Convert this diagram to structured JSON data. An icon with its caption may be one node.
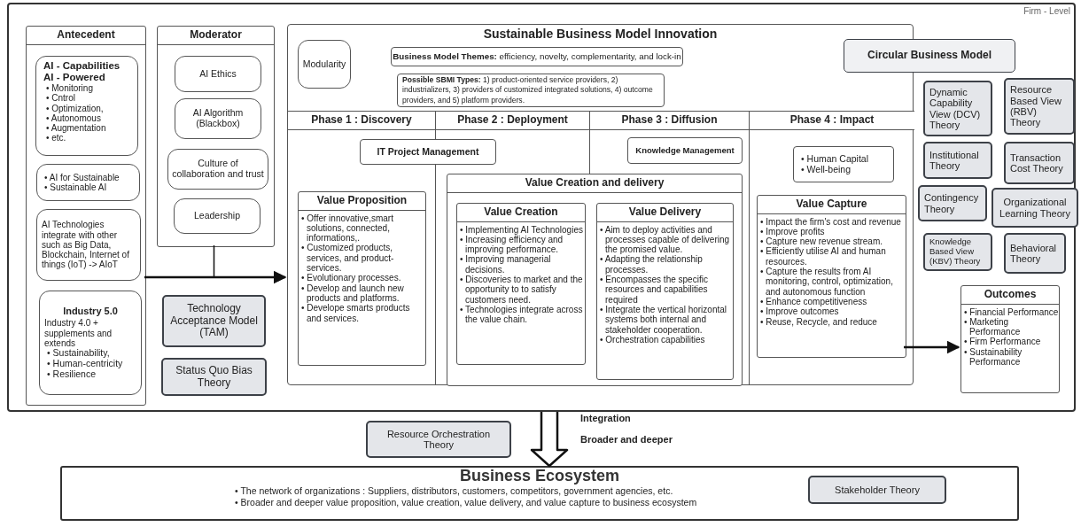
{
  "diagram": {
    "nodes": [
      {
        "text": [
          "Firm - Level"
        ]
      },
      {
        "text": [
          "Antecedent"
        ],
        "in": 0
      },
      {
        "text": [
          "AI - Capabilities",
          "AI - Powered",
          "• Monitoring",
          "• Cntrol",
          "• Optimization,",
          "• Autonomous",
          "• Augmentation",
          "• etc."
        ],
        "in": 1
      },
      {
        "text": [
          "• AI for Sustainable",
          "• Sustainable AI"
        ],
        "in": 1
      },
      {
        "text": [
          "AI Technologies integrate with other such as Big Data, Blockchain, Internet of things (IoT) -> AIoT"
        ],
        "in": 1
      },
      {
        "text": [
          "Industry 5.0",
          "Industry 4.0 + supplements and extends",
          "• Sustainability,",
          "• Human-centricity",
          "• Resilience"
        ],
        "in": 1
      },
      {
        "text": [
          "Moderator"
        ],
        "in": 0
      },
      {
        "text": [
          "AI Ethics"
        ],
        "in": 6
      },
      {
        "text": [
          "AI Algorithm (Blackbox)"
        ],
        "in": 6
      },
      {
        "text": [
          "Culture of collaboration and trust"
        ],
        "in": 6
      },
      {
        "text": [
          "Leadership"
        ],
        "in": 6
      },
      {
        "text": [
          "Technology Acceptance Model (TAM)"
        ],
        "in": 0
      },
      {
        "text": [
          "Status Quo Bias Theory"
        ],
        "in": 0
      },
      {
        "text": [
          "Sustainable Business Model Innovation"
        ],
        "in": 0
      },
      {
        "text": [
          "Modularity"
        ],
        "in": 13
      },
      {
        "text": [
          "**Business Model Themes:** efficiency, novelty, complementarity, and lock-in"
        ],
        "in": 13
      },
      {
        "text": [
          "**Possible SBMI Types:** 1) product-oriented service providers, 2) industrializers, 3) providers of customized integrated solutions, 4) outcome providers, and 5) platform providers."
        ],
        "in": 13
      },
      {
        "text": [
          "Phase 1 : Discovery"
        ],
        "in": 13
      },
      {
        "text": [
          "Phase 2 : Deployment"
        ],
        "in": 13
      },
      {
        "text": [
          "Phase 3 : Diffusion"
        ],
        "in": 13
      },
      {
        "text": [
          "Phase 4 : Impact"
        ],
        "in": 13
      },
      {
        "text": [
          "IT Project Management"
        ],
        "in": 13
      },
      {
        "text": [
          "Knowledge Management"
        ],
        "in": 13
      },
      {
        "text": [
          "• Human Capital",
          "• Well-being"
        ],
        "in": 13
      },
      {
        "text": [
          "Value Proposition",
          "• Offer innovative,smart solutions, connected, informations,.",
          "• Customized products, services, and product-services.",
          "• Evolutionary processes.",
          "• Develop and launch new products and platforms.",
          "• Develope smarts products and services."
        ],
        "in": 13
      },
      {
        "text": [
          "Value Creation and delivery"
        ],
        "in": 13
      },
      {
        "text": [
          "Value Creation",
          "• Implementing AI Technologies",
          "• Increasing efficiency and improving performance.",
          "• Improving managerial decisions.",
          "• Discoveries to market and the opportunity to to satisfy customers need.",
          "• Technologies integrate across the value chain."
        ],
        "in": 25
      },
      {
        "text": [
          "Value Delivery",
          "• Aim to deploy activities and processes capable of delivering the promised value.",
          "• Adapting the relationship processes.",
          "• Encompasses the specific resources and capabilities required",
          "• Integrate the vertical horizontal systems  both internal and stakeholder cooperation.",
          "• Orchestration capabilities"
        ],
        "in": 25
      },
      {
        "text": [
          "Value Capture",
          "• Impact the firm's cost and revenue",
          "• Improve profits",
          "• Capture new revenue stream.",
          "• Efficiently utilise AI and human resources.",
          "• Capture the results from AI monitoring, control, optimization, and autonomous function",
          "• Enhance competitiveness",
          "• Improve outcomes",
          "• Reuse, Recycle, and reduce"
        ],
        "in": 13
      },
      {
        "text": [
          "Circular Business Model"
        ],
        "in": 0
      },
      {
        "text": [
          "Dynamic Capability View (DCV) Theory"
        ],
        "in": 0
      },
      {
        "text": [
          "Resource Based View (RBV) Theory"
        ],
        "in": 0
      },
      {
        "text": [
          "Institutional Theory"
        ],
        "in": 0
      },
      {
        "text": [
          "Transaction Cost Theory"
        ],
        "in": 0
      },
      {
        "text": [
          "Contingency Theory"
        ],
        "in": 0
      },
      {
        "text": [
          "Organizational Learning Theory"
        ],
        "in": 0
      },
      {
        "text": [
          "Knowledge Based View (KBV) Theory"
        ],
        "in": 0
      },
      {
        "text": [
          "Behavioral Theory"
        ],
        "in": 0
      },
      {
        "text": [
          "Outcomes",
          "• Financial Performance",
          "• Marketing Performance",
          "• Firm Performance",
          "• Sustainability Performance"
        ],
        "in": 0
      },
      {
        "text": [
          "Resource Orchestration Theory"
        ]
      },
      {
        "text": [
          "Business Ecosystem",
          "• The network of organizations : Suppliers, distributors, customers, competitors, government agencies, etc.",
          "•  Broader and deeper value proposition, value creation, value delivery, and value capture to business ecosystem"
        ]
      },
      {
        "text": [
          "Stakeholder Theory"
        ],
        "in": 40
      }
    ],
    "edges": [
      {
        "from": 1,
        "to": 13,
        "arrow": "to"
      },
      {
        "from": 6,
        "to": 13,
        "arrow": "to"
      },
      {
        "from": 28,
        "to": 38,
        "arrow": "to"
      },
      {
        "from": 0,
        "to": 40,
        "arrow": "to",
        "style": "thick"
      }
    ],
    "labels": [
      "Integration",
      "Broader and deeper"
    ]
  }
}
